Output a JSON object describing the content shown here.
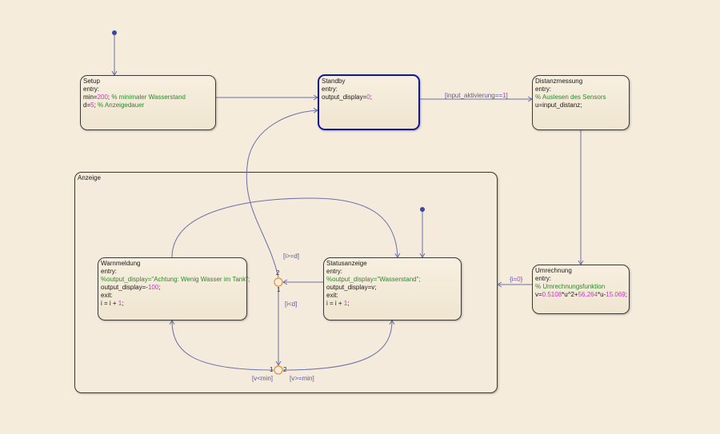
{
  "states": {
    "setup": {
      "name": "Setup",
      "entry_label": "entry:",
      "line1": {
        "var": "min=",
        "value": "200",
        "sep": ";",
        "comment": " % minimaler Wasserstand"
      },
      "line2": {
        "var": "d=",
        "value": "5",
        "sep": ";",
        "comment": " % Anzeigedauer"
      }
    },
    "standby": {
      "name": "Standby",
      "entry_label": "entry:",
      "line1": {
        "var": "output_display=",
        "value": "0",
        "sep": ";"
      }
    },
    "distanzmessung": {
      "name": "Distanzmessung",
      "entry_label": "entry:",
      "comment": "% Auslesen des Sensors",
      "line1": "u=input_distanz;"
    },
    "umrechnung": {
      "name": "Umrechnung",
      "entry_label": "entry:",
      "comment": "% Umrechnungsfunktion",
      "formula": {
        "p1": "v=",
        "n1": "0.5108",
        "p2": "*u^2+",
        "n2": "56.264",
        "p3": "*u-",
        "n3": "15.069",
        "p4": ";"
      }
    },
    "anzeige": {
      "name": "Anzeige"
    },
    "warnmeldung": {
      "name": "Warnmeldung",
      "entry_label": "entry:",
      "comment": "%output_display=\"Achtung: Wenig Wasser im Tank\";",
      "line1": {
        "var": "output_display=-",
        "value": "100",
        "sep": ";"
      },
      "exit_label": "exit:",
      "line2": {
        "var": "i = i + ",
        "value": "1",
        "sep": ";"
      }
    },
    "statusanzeige": {
      "name": "Statusanzeige",
      "entry_label": "entry:",
      "comment": "%output_display=\"Wasserstand\";",
      "line1": "output_display=v;",
      "exit_label": "exit:",
      "line2": {
        "var": "i = i + ",
        "value": "1",
        "sep": ";"
      }
    }
  },
  "transitions": {
    "standby_to_distanz": {
      "pre": "[input_aktivierung==",
      "value": "1",
      "post": "]"
    },
    "umrechnung_to_anzeige": {
      "pre": "{i=",
      "value": "0",
      "post": "}"
    },
    "i_ge_d": "[i>=d]",
    "i_lt_d": "[i<d]",
    "v_lt_min": "[v<min]",
    "v_ge_min": "[v>=min]"
  },
  "junctions": {
    "top": {
      "out1": "1",
      "out2": "2"
    },
    "bottom": {
      "out1": "1",
      "out2": "2"
    }
  },
  "colors": {
    "wire": "#6b6fa8",
    "active_border": "#1212a8",
    "junction": "#d9953a",
    "default_dot": "#3a46a0"
  }
}
